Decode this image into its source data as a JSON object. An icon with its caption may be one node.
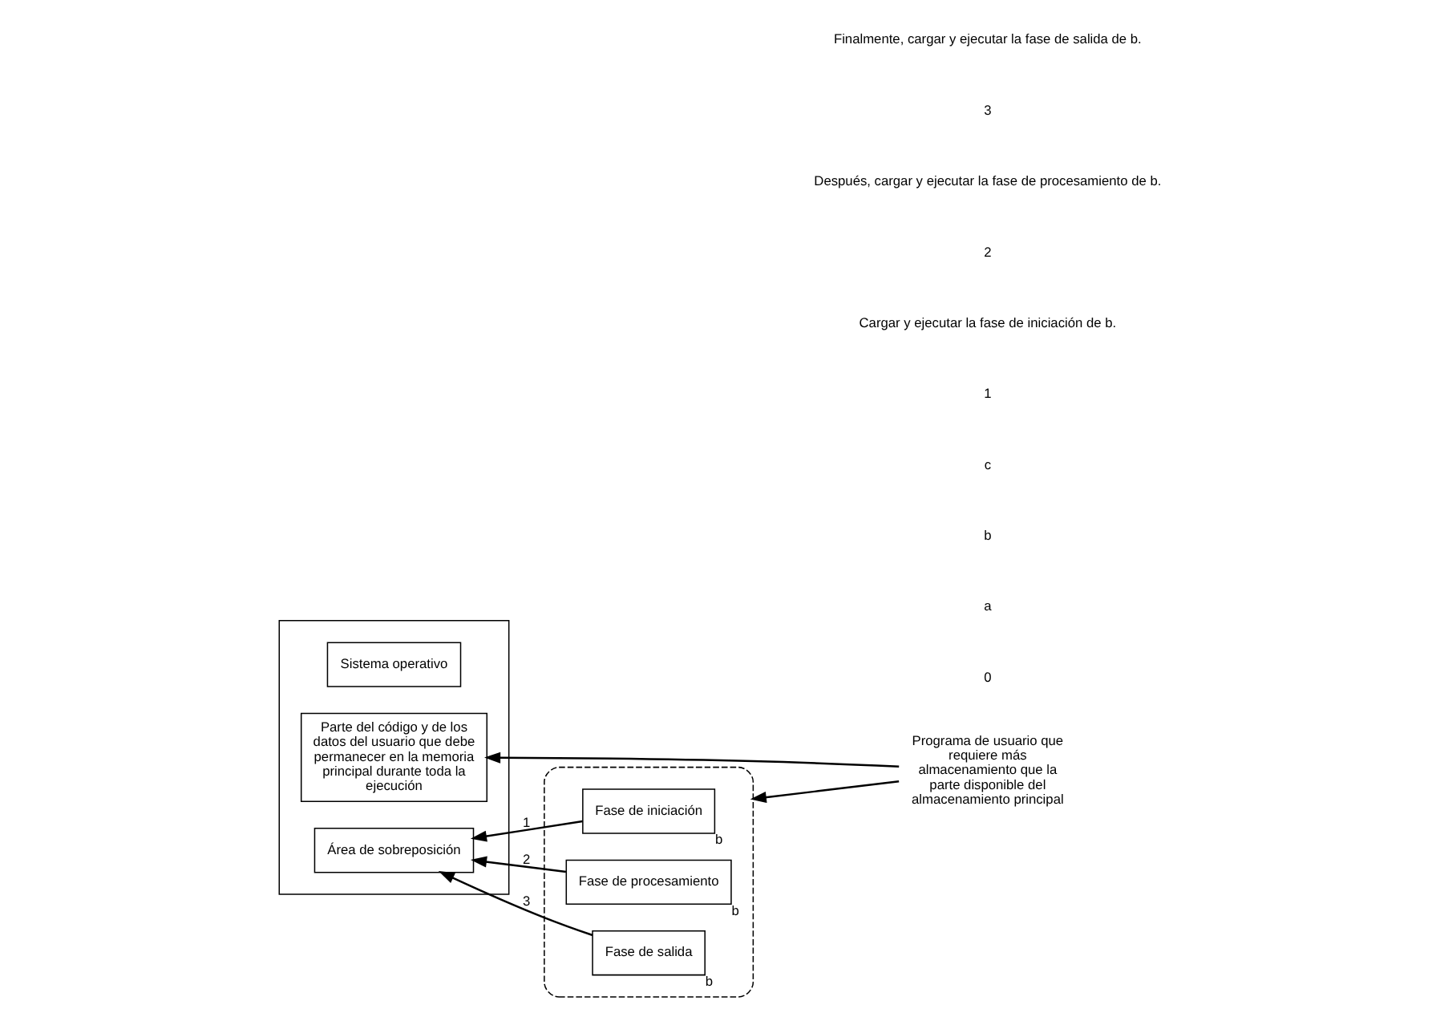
{
  "diagram": {
    "nodes": [
      {
        "text": [],
        "shape": "box"
      },
      {
        "text": [
          "Sistema operativo"
        ],
        "in": 0
      },
      {
        "text": [
          "Parte del código y de los datos del usuario que debe permanecer en la memoria principal durante toda la ejecución"
        ],
        "in": 0
      },
      {
        "text": [
          "Área de sobreposición"
        ],
        "in": 0
      },
      {
        "text": [
          "Programa de usuario que requiere más almacenamiento que la parte disponible del almacenamiento principal"
        ]
      },
      {
        "text": [],
        "shape": "cloud"
      },
      {
        "text": [
          "Fase de iniciación"
        ],
        "in": 5,
        "beside": [
          "b"
        ]
      },
      {
        "text": [
          "Fase de procesamiento"
        ],
        "in": 5,
        "beside": [
          "b"
        ]
      },
      {
        "text": [
          "Fase de salida"
        ],
        "in": 5,
        "beside": [
          "b"
        ]
      }
    ],
    "edges": [
      {
        "from": 4,
        "to": 2,
        "arrow": "to"
      },
      {
        "from": 4,
        "to": 5,
        "arrow": "to"
      },
      {
        "from": 6,
        "to": 3,
        "label": "1",
        "arrow": "to"
      },
      {
        "from": 7,
        "to": 3,
        "label": "2",
        "arrow": "to"
      },
      {
        "from": 8,
        "to": 3,
        "label": "3",
        "arrow": "to"
      }
    ],
    "labels": [
      "0",
      "a",
      "b",
      "c",
      "1",
      "Cargar y ejecutar la fase de iniciación de b.",
      "2",
      "Después, cargar y ejecutar la fase de procesamiento de b.",
      "3",
      "Finalmente, cargar y ejecutar la fase de salida de b."
    ]
  }
}
